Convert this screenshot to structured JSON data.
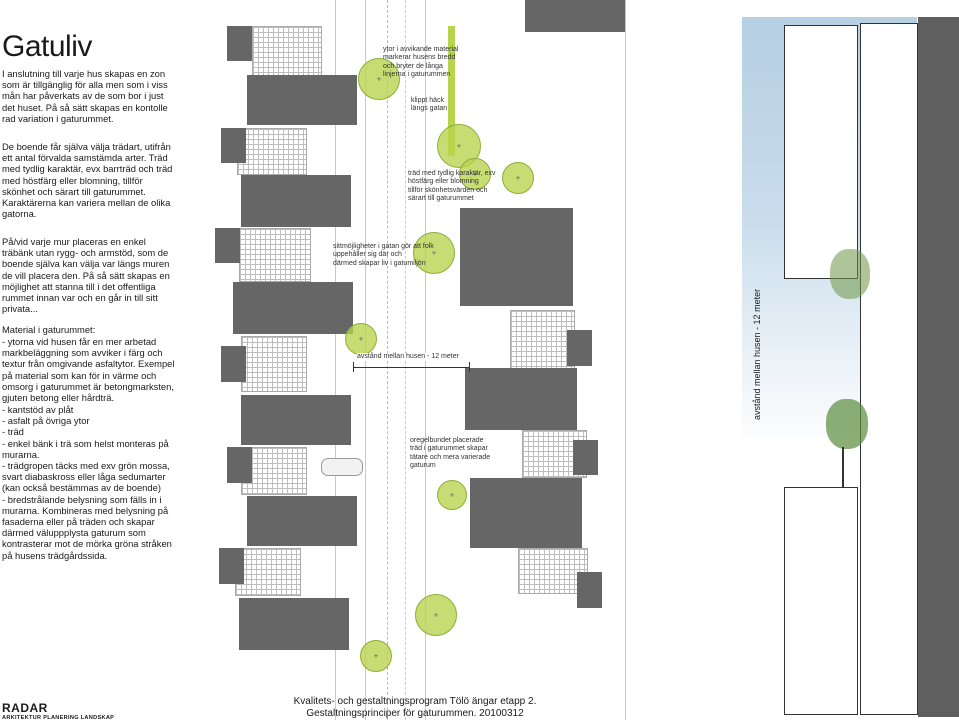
{
  "title": "Gatuliv",
  "intro": "I anslutning till varje hus skapas en zon\nsom är tillgänglig för alla men som i viss\nmån har påverkats av de som bor i just\ndet huset. På så sätt skapas en kontolle\nrad variation i gaturummet.",
  "trees_text": "De boende får själva välja trädart, utifrån\nett antal förvalda samstämda arter. Träd\nmed tydlig karaktär, evx barrträd och träd\nmed höstfärg eller blomning, tillför\nskönhet och särart till gaturummet.\nKaraktärerna kan variera mellan de olika\ngatorna.",
  "wall_text": "På/vid varje mur placeras en enkel\nträbänk utan rygg- och armstöd, som de\nboende själva kan välja var längs muren\nde vill placera den. På så sätt skapas en\nmöjlighet att stanna till i det offentliga\nrummet innan var och en går in till sitt\nprivata...",
  "material_heading": "Material i gaturummet:",
  "material_items": "- ytorna vid husen får en mer arbetad\n  markbeläggning som avviker i färg och\n  textur från omgivande asfaltytor. Exempel\n  på material som kan för in värme och\n  omsorg i gaturummet är betongmarksten,\n  gjuten betong eller hårdträ.",
  "list_items": "- kantstöd av plåt\n- asfalt på övriga ytor\n- träd\n- enkel bänk i trä som helst monteras på\n  murarna.\n- trädgropen täcks med exv grön mossa,\n  svart diabaskross eller låga sedumarter\n  (kan också bestämmas av de boende)\n- bredstrålande belysning som fälls in i\n  murarna. Kombineras med belysning på\n  fasaderna eller på träden och skapar\n  därmed väluppplysta gaturum som\n  kontrasterar mot de mörka gröna stråken\n  på husens trädgårdssida.",
  "notes": {
    "material": "ytor i avvikande material\nmarkerar husens bredd\noch bryter de långa\nlinjerna i gaturummen",
    "hedge": "klippt häck\nlängs gatan",
    "tree_character": "träd med tydlig karaktär, exv\nhöstfärg eller blomning\ntillför skönhetsvärden och\nsärart till gaturummet",
    "seating": "sittmöjligheter i gatan gör att folk\nuppehåller sig där och\ndärmed skapar liv i gatumiljön",
    "distance": "avstånd mellan husen - 12 meter",
    "irregular": "oregelbundet placerade\nträd i gaturummet skapar\ntätare och mera varierade\ngaturum"
  },
  "section_label": "avstånd mellan husen - 12 meter",
  "footer": "Kvalitets- och gestaltningsprogram Tölö ängar etapp 2.\nGestaltningsprinciper för gaturummen. 20100312",
  "logo": {
    "name": "RADAR",
    "sub": "ARKITEKTUR PLANERING LANDSKAP"
  },
  "colors": {
    "house": "#666666",
    "tree": "#b7d44b",
    "hedge": "#b7d44b",
    "sky": "#bcd4e6",
    "section_wall": "#5f5f5f"
  }
}
